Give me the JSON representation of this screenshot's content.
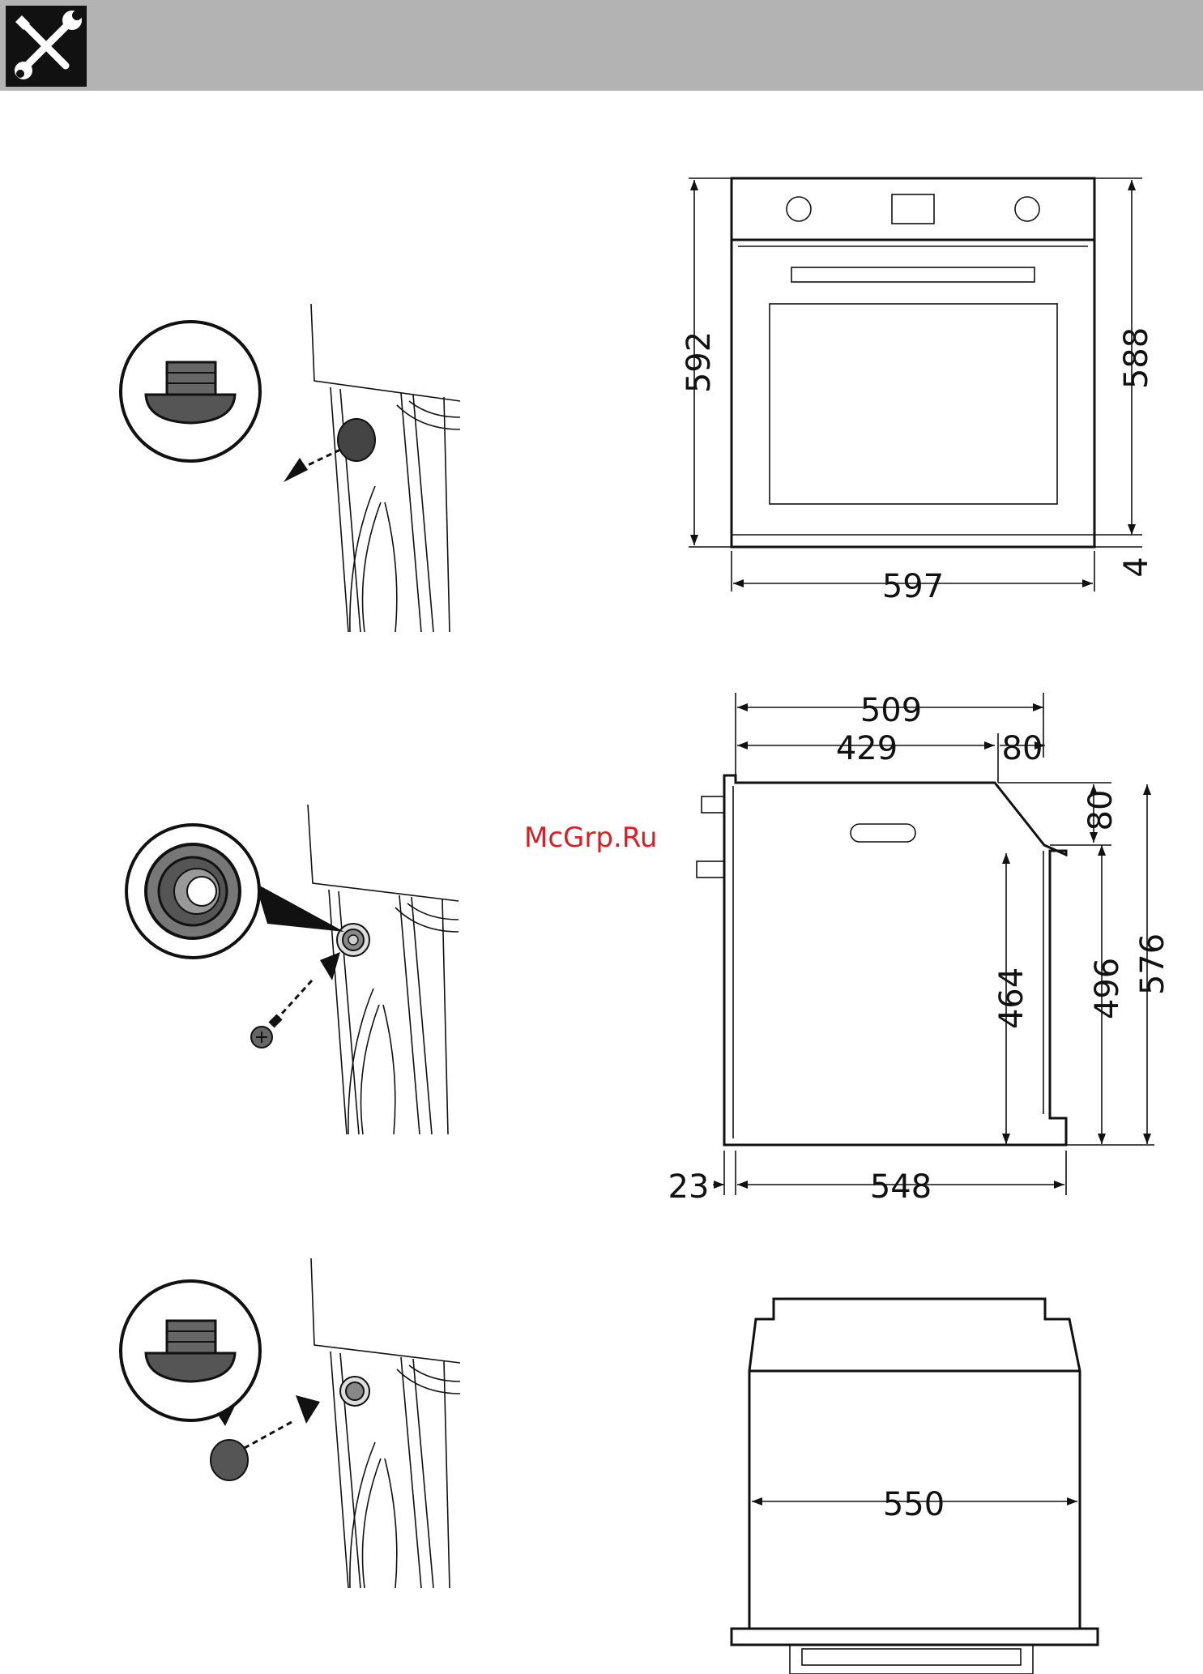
{
  "header": {
    "icon": "tools-icon",
    "background": "#b3b3b3"
  },
  "watermark": {
    "text": "McGrp.Ru",
    "color": "#d81f26"
  },
  "front_view": {
    "height_left": "592",
    "height_right": "588",
    "bottom_gap": "4",
    "width": "597"
  },
  "side_view": {
    "top_overall": "509",
    "top_main": "429",
    "top_bevel": "80",
    "bevel_height": "80",
    "inner_height": "464",
    "mid_height": "496",
    "overall_height": "576",
    "front_offset": "23",
    "depth": "548"
  },
  "top_view": {
    "width": "550"
  },
  "steps": [
    {
      "name": "remove-cap",
      "icon": "cap-icon"
    },
    {
      "name": "insert-screw",
      "icon": "screw-icon"
    },
    {
      "name": "refit-cap",
      "icon": "cap-icon"
    }
  ]
}
